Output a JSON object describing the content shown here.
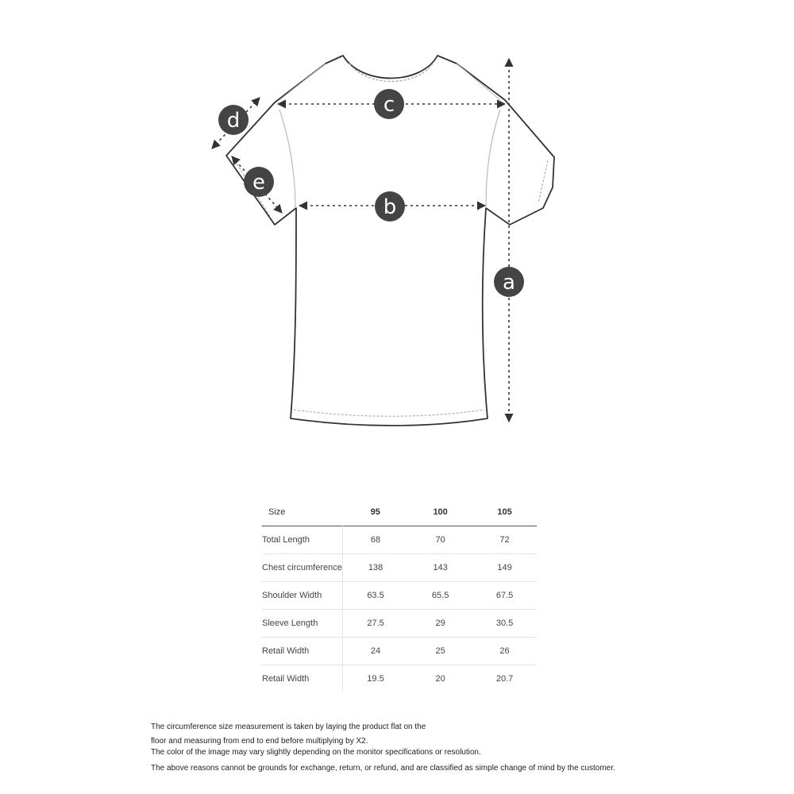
{
  "diagram": {
    "markers": {
      "a": "a",
      "b": "b",
      "c": "c",
      "d": "d",
      "e": "e"
    }
  },
  "size_table": {
    "header": {
      "label": "Size",
      "sizes": [
        "95",
        "100",
        "105"
      ]
    },
    "rows": [
      {
        "label": "Total Length",
        "values": [
          "68",
          "70",
          "72"
        ]
      },
      {
        "label": "Chest circumference",
        "values": [
          "138",
          "143",
          "149"
        ]
      },
      {
        "label": "Shoulder Width",
        "values": [
          "63.5",
          "65.5",
          "67.5"
        ]
      },
      {
        "label": "Sleeve Length",
        "values": [
          "27.5",
          "29",
          "30.5"
        ]
      },
      {
        "label": "Retail Width",
        "values": [
          "24",
          "25",
          "26"
        ]
      },
      {
        "label": "Retail Width",
        "values": [
          "19.5",
          "20",
          "20.7"
        ]
      }
    ]
  },
  "notes": [
    "The circumference size measurement is taken by laying the product flat on the",
    "floor and measuring from end to end before multiplying by X2.",
    "The color of the image may vary slightly depending on the monitor specifications or resolution.",
    "The above reasons cannot be grounds for exchange, return, or refund, and are classified as simple change of mind by the customer."
  ]
}
